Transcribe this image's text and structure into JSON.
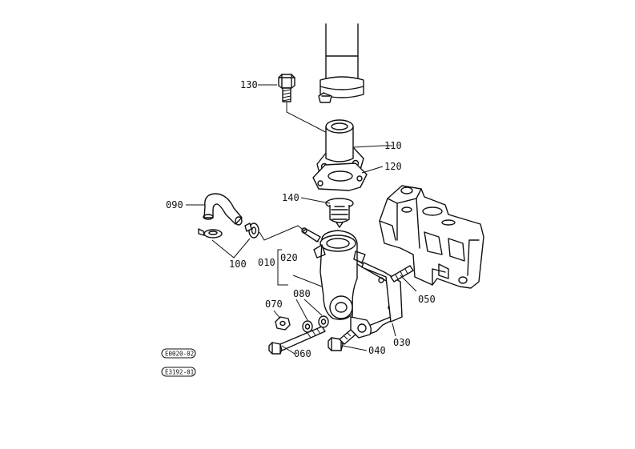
{
  "labels": {
    "p010": "010",
    "p020": "020",
    "p030": "030",
    "p040": "040",
    "p050": "050",
    "p060": "060",
    "p070": "070",
    "p080": "080",
    "p090": "090",
    "p100": "100",
    "p110": "110",
    "p120": "120",
    "p130": "130",
    "p140": "140"
  },
  "codes": {
    "code_top": "E0020-02",
    "code_bottom": "E3192-01"
  }
}
